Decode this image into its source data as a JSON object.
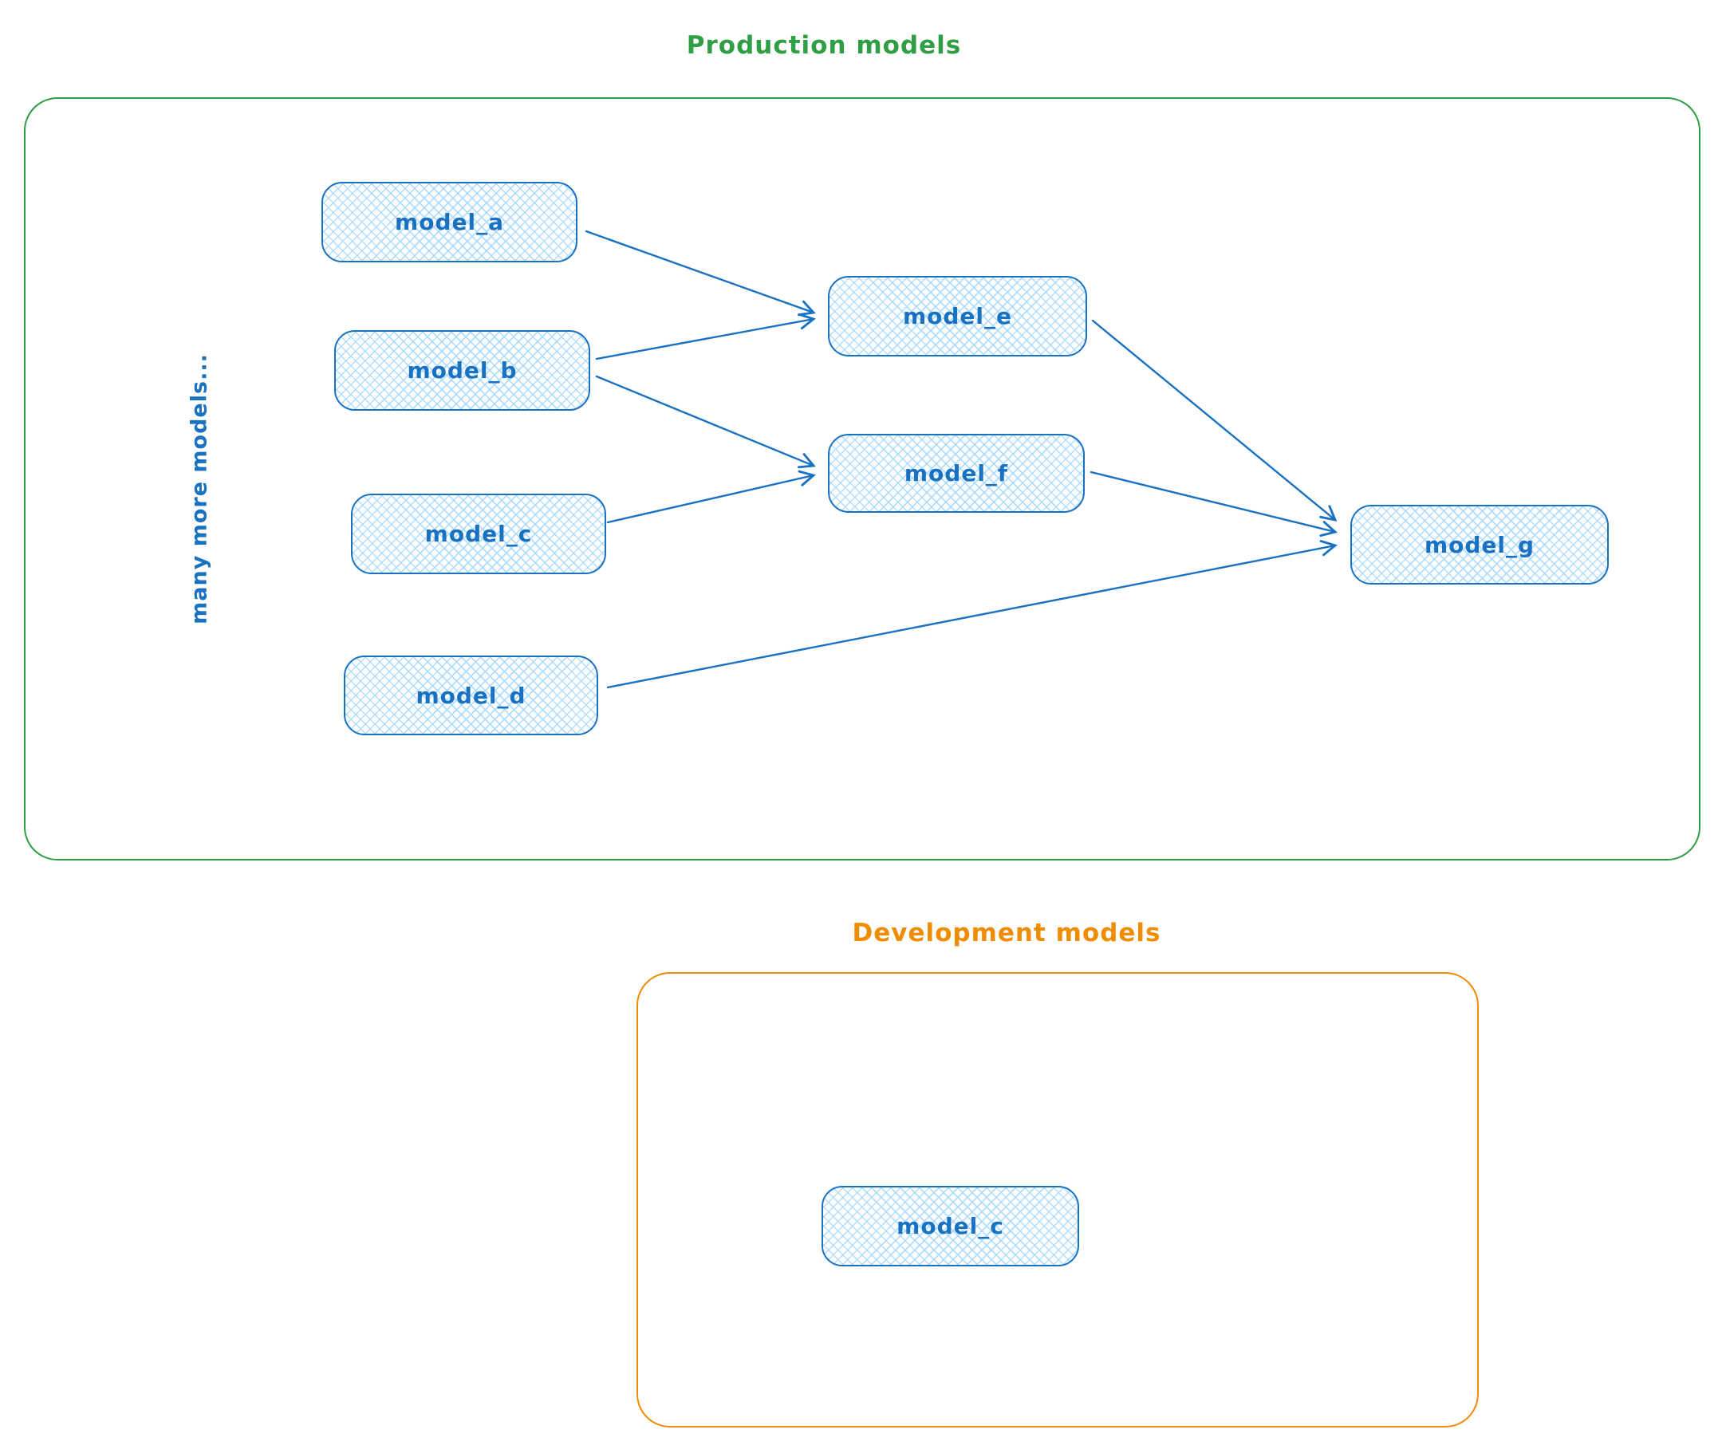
{
  "diagram": {
    "production": {
      "title": "Production models",
      "side_note": "many more models...",
      "accent_color": "#2f9e44"
    },
    "development": {
      "title": "Development models",
      "accent_color": "#f08c00"
    },
    "node_style": {
      "stroke_color": "#1971c2",
      "fill_color": "#a5d8ff"
    },
    "nodes": [
      {
        "id": "model_a",
        "label": "model_a",
        "group": "production"
      },
      {
        "id": "model_b",
        "label": "model_b",
        "group": "production"
      },
      {
        "id": "model_c",
        "label": "model_c",
        "group": "production"
      },
      {
        "id": "model_d",
        "label": "model_d",
        "group": "production"
      },
      {
        "id": "model_e",
        "label": "model_e",
        "group": "production"
      },
      {
        "id": "model_f",
        "label": "model_f",
        "group": "production"
      },
      {
        "id": "model_g",
        "label": "model_g",
        "group": "production"
      },
      {
        "id": "model_c_dev",
        "label": "model_c",
        "group": "development"
      }
    ],
    "edges": [
      {
        "from": "model_a",
        "to": "model_e"
      },
      {
        "from": "model_b",
        "to": "model_e"
      },
      {
        "from": "model_b",
        "to": "model_f"
      },
      {
        "from": "model_c",
        "to": "model_f"
      },
      {
        "from": "model_e",
        "to": "model_g"
      },
      {
        "from": "model_f",
        "to": "model_g"
      },
      {
        "from": "model_d",
        "to": "model_g"
      }
    ]
  }
}
